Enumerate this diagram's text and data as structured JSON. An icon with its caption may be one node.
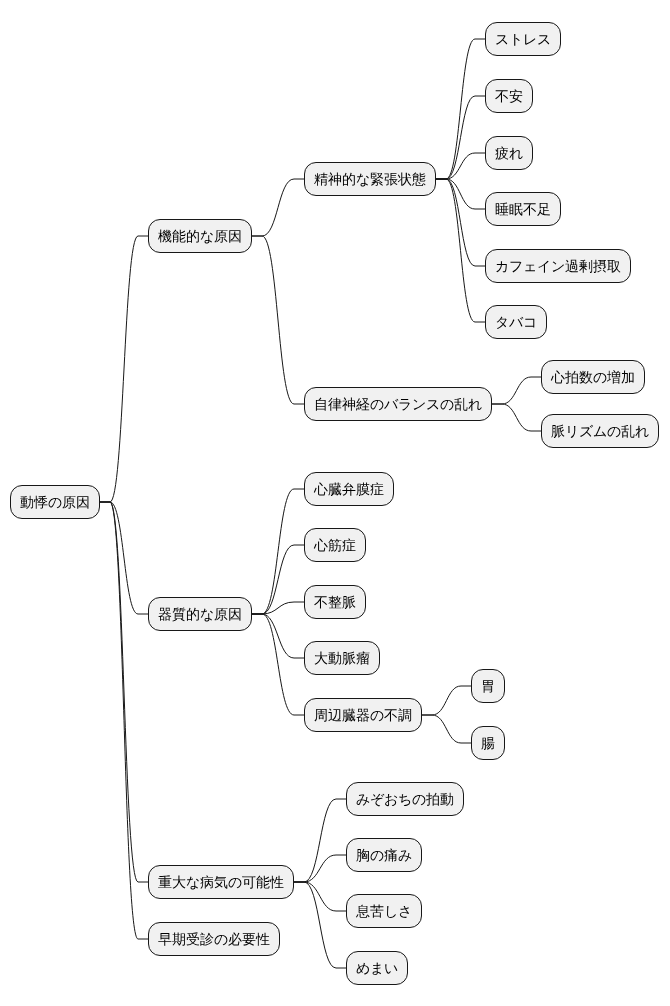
{
  "diagram": {
    "nodes": [
      {
        "text": [
          "動悸の原因"
        ]
      },
      {
        "text": [
          "機能的な原因"
        ]
      },
      {
        "text": [
          "精神的な緊張状態"
        ]
      },
      {
        "text": [
          "ストレス"
        ]
      },
      {
        "text": [
          "不安"
        ]
      },
      {
        "text": [
          "疲れ"
        ]
      },
      {
        "text": [
          "睡眠不足"
        ]
      },
      {
        "text": [
          "カフェイン過剰摂取"
        ]
      },
      {
        "text": [
          "タバコ"
        ]
      },
      {
        "text": [
          "自律神経のバランスの乱れ"
        ]
      },
      {
        "text": [
          "心拍数の増加"
        ]
      },
      {
        "text": [
          "脈リズムの乱れ"
        ]
      },
      {
        "text": [
          "器質的な原因"
        ]
      },
      {
        "text": [
          "心臓弁膜症"
        ]
      },
      {
        "text": [
          "心筋症"
        ]
      },
      {
        "text": [
          "不整脈"
        ]
      },
      {
        "text": [
          "大動脈瘤"
        ]
      },
      {
        "text": [
          "周辺臓器の不調"
        ]
      },
      {
        "text": [
          "胃"
        ]
      },
      {
        "text": [
          "腸"
        ]
      },
      {
        "text": [
          "重大な病気の可能性"
        ]
      },
      {
        "text": [
          "みぞおちの拍動"
        ]
      },
      {
        "text": [
          "胸の痛み"
        ]
      },
      {
        "text": [
          "息苦しさ"
        ]
      },
      {
        "text": [
          "めまい"
        ]
      },
      {
        "text": [
          "早期受診の必要性"
        ]
      }
    ],
    "edges": [
      {
        "from": 0,
        "to": 1,
        "arrow": "none"
      },
      {
        "from": 1,
        "to": 2,
        "arrow": "none"
      },
      {
        "from": 2,
        "to": 3,
        "arrow": "none"
      },
      {
        "from": 2,
        "to": 4,
        "arrow": "none"
      },
      {
        "from": 2,
        "to": 5,
        "arrow": "none"
      },
      {
        "from": 2,
        "to": 6,
        "arrow": "none"
      },
      {
        "from": 2,
        "to": 7,
        "arrow": "none"
      },
      {
        "from": 2,
        "to": 8,
        "arrow": "none"
      },
      {
        "from": 1,
        "to": 9,
        "arrow": "none"
      },
      {
        "from": 9,
        "to": 10,
        "arrow": "none"
      },
      {
        "from": 9,
        "to": 11,
        "arrow": "none"
      },
      {
        "from": 0,
        "to": 12,
        "arrow": "none"
      },
      {
        "from": 12,
        "to": 13,
        "arrow": "none"
      },
      {
        "from": 12,
        "to": 14,
        "arrow": "none"
      },
      {
        "from": 12,
        "to": 15,
        "arrow": "none"
      },
      {
        "from": 12,
        "to": 16,
        "arrow": "none"
      },
      {
        "from": 12,
        "to": 17,
        "arrow": "none"
      },
      {
        "from": 17,
        "to": 18,
        "arrow": "none"
      },
      {
        "from": 17,
        "to": 19,
        "arrow": "none"
      },
      {
        "from": 0,
        "to": 20,
        "arrow": "none"
      },
      {
        "from": 20,
        "to": 21,
        "arrow": "none"
      },
      {
        "from": 20,
        "to": 22,
        "arrow": "none"
      },
      {
        "from": 20,
        "to": 23,
        "arrow": "none"
      },
      {
        "from": 20,
        "to": 24,
        "arrow": "none"
      },
      {
        "from": 0,
        "to": 25,
        "arrow": "none"
      }
    ]
  }
}
